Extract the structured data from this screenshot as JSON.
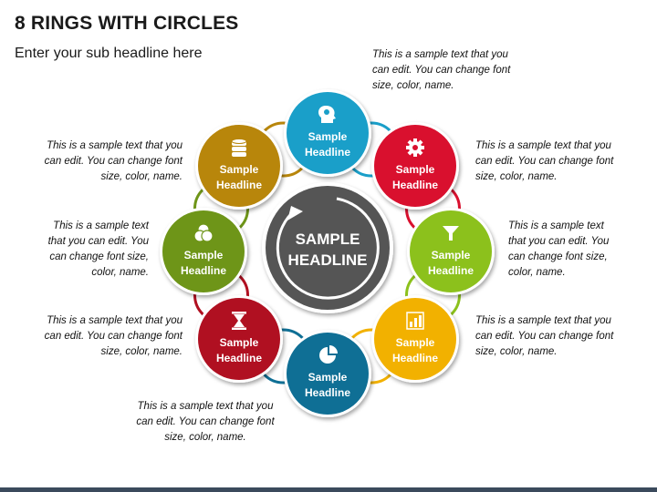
{
  "title": "8 RINGS WITH CIRCLES",
  "subtitle": "Enter your sub headline here",
  "center": {
    "line1": "SAMPLE",
    "line2": "HEADLINE",
    "color": "#555555"
  },
  "nodes": [
    {
      "id": "top",
      "line1": "Sample",
      "line2": "Headline",
      "color": "#1a9fc9",
      "icon": "head-gears-icon"
    },
    {
      "id": "top-right",
      "line1": "Sample",
      "line2": "Headline",
      "color": "#d9102e",
      "icon": "gear-icon"
    },
    {
      "id": "right",
      "line1": "Sample",
      "line2": "Headline",
      "color": "#8cc11c",
      "icon": "funnel-icon"
    },
    {
      "id": "bottom-right",
      "line1": "Sample",
      "line2": "Headline",
      "color": "#f2b100",
      "icon": "bar-chart-icon"
    },
    {
      "id": "bottom",
      "line1": "Sample",
      "line2": "Headline",
      "color": "#0f6f95",
      "icon": "pie-chart-icon"
    },
    {
      "id": "bottom-left",
      "line1": "Sample",
      "line2": "Headline",
      "color": "#b01021",
      "icon": "hourglass-icon"
    },
    {
      "id": "left",
      "line1": "Sample",
      "line2": "Headline",
      "color": "#6e9518",
      "icon": "venn-icon"
    },
    {
      "id": "top-left",
      "line1": "Sample",
      "line2": "Headline",
      "color": "#b8860b",
      "icon": "database-icon"
    }
  ],
  "notes": {
    "top": "This is a sample text that you\ncan edit. You can change font\nsize, color, name.",
    "top-right": "This is a sample text that you\ncan edit. You can change font\nsize, color, name.",
    "right": "This is a sample text\nthat you can edit. You\ncan change font size,\ncolor, name.",
    "bottom-right": "This is a sample text that you\ncan edit. You can change font\nsize, color, name.",
    "bottom": "This is a sample text that you\ncan edit. You can change font\nsize, color, name.",
    "bottom-left": "This is a sample text that you\ncan edit. You can change font\nsize, color, name.",
    "left": "This is a sample text\nthat you can edit. You\ncan change font size,\ncolor, name.",
    "top-left": "This is a sample text that you\ncan edit. You can change font\nsize, color, name."
  }
}
